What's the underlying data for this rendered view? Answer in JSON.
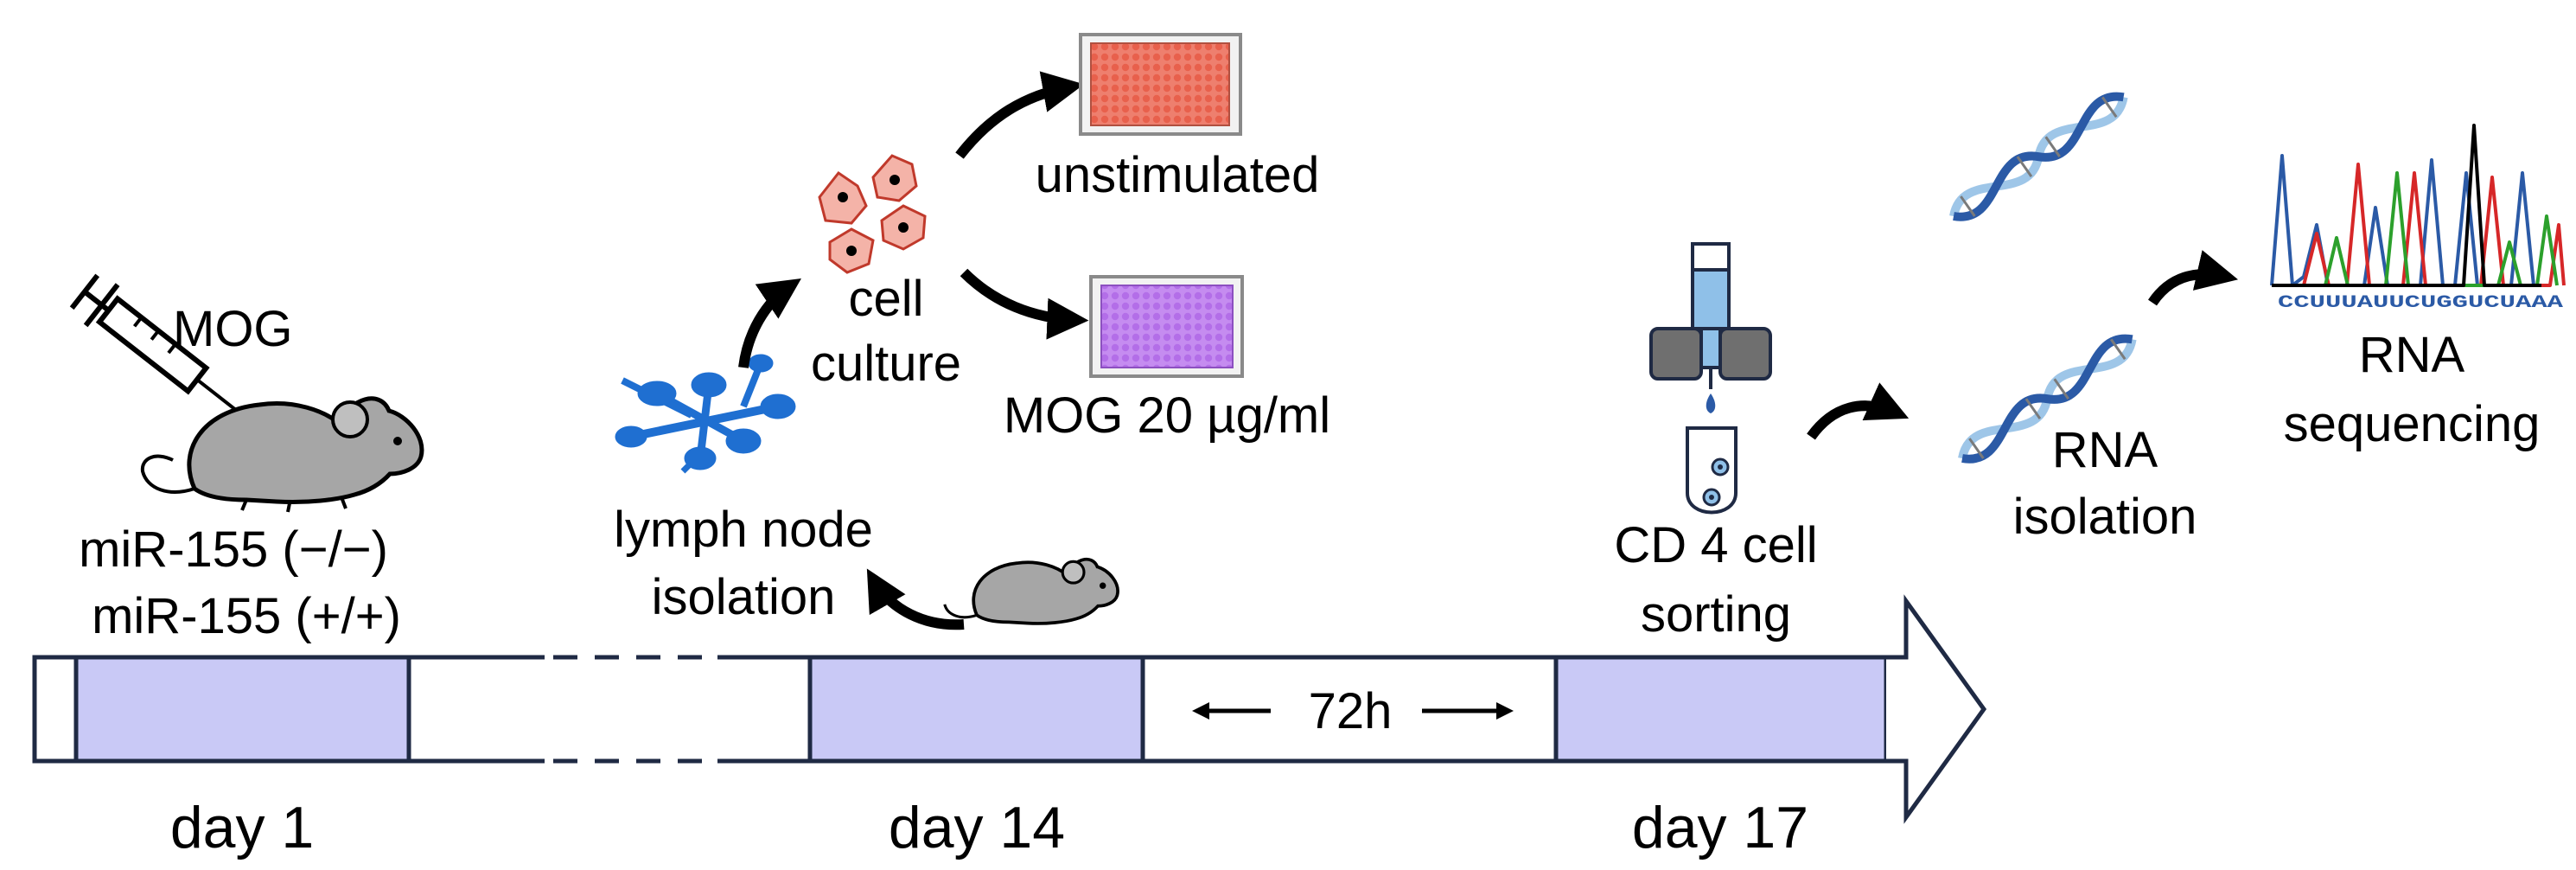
{
  "diagram": {
    "colors": {
      "band_fill": "#c9c9f6",
      "band_stroke": "#1f2a44",
      "outline": "#1f2a44",
      "text": "#000000",
      "arrow": "#000000",
      "mouse": "#a6a6a6",
      "cell_fill": "#f4b3a8",
      "plate_red": "#ee7f6e",
      "plate_purple": "#c58cf0",
      "lymph_blue": "#1f6fd1",
      "tube_blue": "#8fc0e8",
      "sorter_gray": "#6f6f6f",
      "dna_blue": "#2b5aa6",
      "dna_light": "#9ec6e8"
    },
    "labels": {
      "mog": "MOG",
      "mir_ko": "miR-155 (−/−)",
      "mir_wt": "miR-155 (+/+)",
      "lymph_line1": "lymph node",
      "lymph_line2": "isolation",
      "cell_line1": "cell",
      "cell_line2": "culture",
      "unstimulated": "unstimulated",
      "mog_dose": "MOG 20 µg/ml",
      "cd4_line1": "CD 4 cell",
      "cd4_line2": "sorting",
      "rna_iso_line1": "RNA",
      "rna_iso_line2": "isolation",
      "rna_seq_line1": "RNA",
      "rna_seq_line2": "sequencing",
      "sequence": "CCUUUAUUCUGGUCUAAA",
      "interval": "72h"
    },
    "days": [
      "day 1",
      "day 14",
      "day 17"
    ],
    "icons": [
      "syringe-icon",
      "mouse-icon",
      "lymph-node-icon",
      "cells-icon",
      "well-plate-icon",
      "cell-sorter-icon",
      "dna-icon",
      "chromatogram-icon"
    ]
  }
}
